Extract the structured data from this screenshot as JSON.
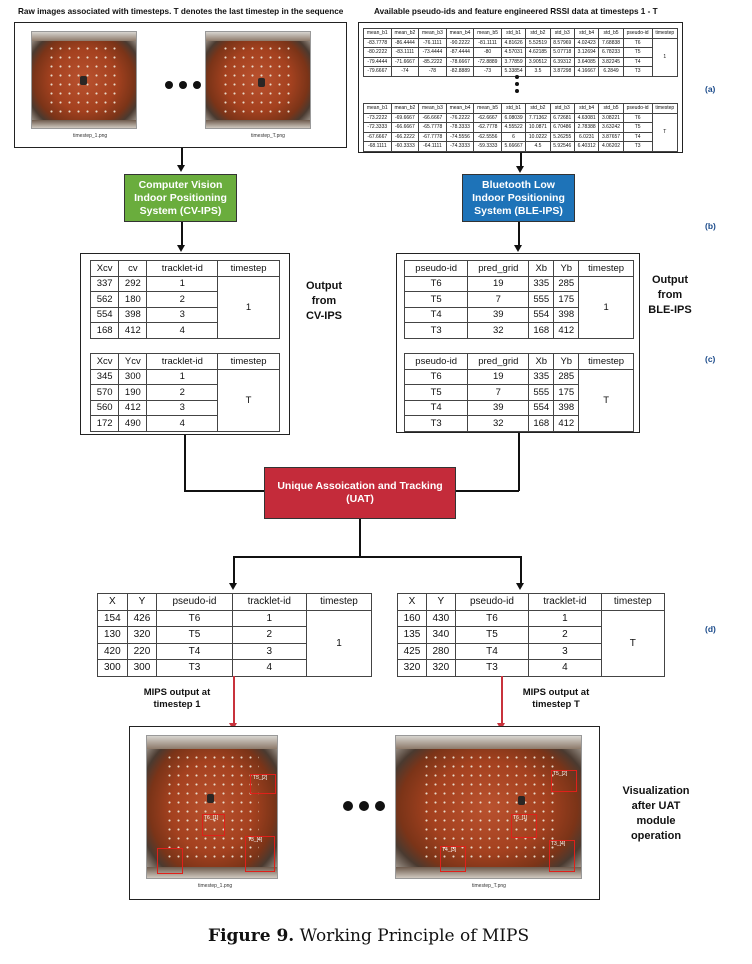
{
  "captions": {
    "raw_images": "Raw images associated with timesteps. T denotes the last timestep in the sequence",
    "available_data": "Available pseudo-ids and feature engineered RSSI data at timesteps 1 - T"
  },
  "files": {
    "t1": "timestep_1.png",
    "tT": "timestep_T.png"
  },
  "rssi_table_1": {
    "headers": [
      "mean_b1",
      "mean_b2",
      "mean_b3",
      "mean_b4",
      "mean_b5",
      "std_b1",
      "std_b2",
      "std_b3",
      "std_b4",
      "std_b5",
      "pseudo-id",
      "timestep"
    ],
    "rows": [
      [
        "-83.7778",
        "-86.4444",
        "-76.1111",
        "-90.2222",
        "-81.1111",
        "4.81626",
        "5.52519",
        "8.57969",
        "4.02423",
        "7.68838",
        "T6"
      ],
      [
        "-80.2222",
        "-83.1111",
        "-73.4444",
        "-87.4444",
        "-80",
        "4.57031",
        "4.62185",
        "5.07718",
        "3.12694",
        "6.78233",
        "T5"
      ],
      [
        "-79.4444",
        "-71.6667",
        "-85.2222",
        "-78.6667",
        "-72.8889",
        "3.77859",
        "3.90512",
        "6.39312",
        "3.64085",
        "3.82245",
        "T4"
      ],
      [
        "-79.6667",
        "-74",
        "-78",
        "-82.8889",
        "-73",
        "5.33854",
        "3.5",
        "3.87298",
        "4.16667",
        "6.2849",
        "T3"
      ]
    ],
    "timestep": "1"
  },
  "rssi_table_T": {
    "headers": [
      "mean_b1",
      "mean_b2",
      "mean_b3",
      "mean_b4",
      "mean_b5",
      "std_b1",
      "std_b2",
      "std_b3",
      "std_b4",
      "std_b5",
      "pseudo-id",
      "timestep"
    ],
    "rows": [
      [
        "-73.2222",
        "-69.6667",
        "-66.6667",
        "-76.2222",
        "-62.6667",
        "6.08039",
        "7.71362",
        "6.72681",
        "4.63081",
        "3.08221",
        "T6"
      ],
      [
        "-72.3333",
        "-66.6667",
        "-65.7778",
        "-78.3333",
        "-62.7778",
        "4.55522",
        "10.0871",
        "6.70486",
        "2.78388",
        "3.63242",
        "T5"
      ],
      [
        "-67.6667",
        "-66.2222",
        "-67.7778",
        "-74.5556",
        "-62.5556",
        "6",
        "10.0222",
        "5.26255",
        "6.0231",
        "3.87657",
        "T4"
      ],
      [
        "-68.1111",
        "-60.3333",
        "-64.1111",
        "-74.3333",
        "-59.3333",
        "5.66667",
        "4.5",
        "5.92546",
        "6.40312",
        "4.06202",
        "T3"
      ]
    ],
    "timestep": "T"
  },
  "labels": {
    "a": "(a)",
    "b": "(b)",
    "c": "(c)",
    "d": "(d)"
  },
  "cv_ips": {
    "line1": "Computer Vision",
    "line2": "Indoor Positioning",
    "line3": "System (CV-IPS)",
    "color": "#6aad3d"
  },
  "ble_ips": {
    "line1": "Bluetooth Low",
    "line2": "Indoor Positioning",
    "line3": "System (BLE-IPS)",
    "color": "#1e73b8"
  },
  "uat": {
    "line1": "Unique Assoication and Tracking",
    "line2": "(UAT)",
    "color": "#c42b3a"
  },
  "cv_table_1": {
    "headers": [
      "Xcv",
      "cv",
      "tracklet-id",
      "timestep"
    ],
    "rows": [
      [
        "337",
        "292",
        "1"
      ],
      [
        "562",
        "180",
        "2"
      ],
      [
        "554",
        "398",
        "3"
      ],
      [
        "168",
        "412",
        "4"
      ]
    ],
    "timestep": "1"
  },
  "cv_table_T": {
    "headers": [
      "Xcv",
      "Ycv",
      "tracklet-id",
      "timestep"
    ],
    "rows": [
      [
        "345",
        "300",
        "1"
      ],
      [
        "570",
        "190",
        "2"
      ],
      [
        "560",
        "412",
        "3"
      ],
      [
        "172",
        "490",
        "4"
      ]
    ],
    "timestep": "T"
  },
  "ble_table_1": {
    "headers": [
      "pseudo-id",
      "pred_grid",
      "Xb",
      "Yb",
      "timestep"
    ],
    "rows": [
      [
        "T6",
        "19",
        "335",
        "285"
      ],
      [
        "T5",
        "7",
        "555",
        "175"
      ],
      [
        "T4",
        "39",
        "554",
        "398"
      ],
      [
        "T3",
        "32",
        "168",
        "412"
      ]
    ],
    "timestep": "1"
  },
  "ble_table_T": {
    "headers": [
      "pseudo-id",
      "pred_grid",
      "Xb",
      "Yb",
      "timestep"
    ],
    "rows": [
      [
        "T6",
        "19",
        "335",
        "285"
      ],
      [
        "T5",
        "7",
        "555",
        "175"
      ],
      [
        "T4",
        "39",
        "554",
        "398"
      ],
      [
        "T3",
        "32",
        "168",
        "412"
      ]
    ],
    "timestep": "T"
  },
  "out_cv": {
    "l1": "Output",
    "l2": "from",
    "l3": "CV-IPS"
  },
  "out_ble": {
    "l1": "Output",
    "l2": "from",
    "l3": "BLE-IPS"
  },
  "mips_table_1": {
    "headers": [
      "X",
      "Y",
      "pseudo-id",
      "tracklet-id",
      "timestep"
    ],
    "rows": [
      [
        "154",
        "426",
        "T6",
        "1"
      ],
      [
        "130",
        "320",
        "T5",
        "2"
      ],
      [
        "420",
        "220",
        "T4",
        "3"
      ],
      [
        "300",
        "300",
        "T3",
        "4"
      ]
    ],
    "timestep": "1"
  },
  "mips_table_T": {
    "headers": [
      "X",
      "Y",
      "pseudo-id",
      "tracklet-id",
      "timestep"
    ],
    "rows": [
      [
        "160",
        "430",
        "T6",
        "1"
      ],
      [
        "135",
        "340",
        "T5",
        "2"
      ],
      [
        "425",
        "280",
        "T4",
        "3"
      ],
      [
        "320",
        "320",
        "T3",
        "4"
      ]
    ],
    "timestep": "T"
  },
  "mips_label_1": {
    "l1": "MIPS output at",
    "l2": "timestep 1"
  },
  "mips_label_T": {
    "l1": "MIPS output at",
    "l2": "timestep T"
  },
  "viz": {
    "l1": "Visualization",
    "l2": "after UAT",
    "l3": "module",
    "l4": "operation"
  },
  "box_labels": {
    "t5": "T5_[2]",
    "t6": "T6_[1]",
    "t3": "T3_[4]",
    "t4": "T4_[3]"
  },
  "figure": {
    "label": "Figure 9.",
    "text": "Working Principle of MIPS"
  }
}
